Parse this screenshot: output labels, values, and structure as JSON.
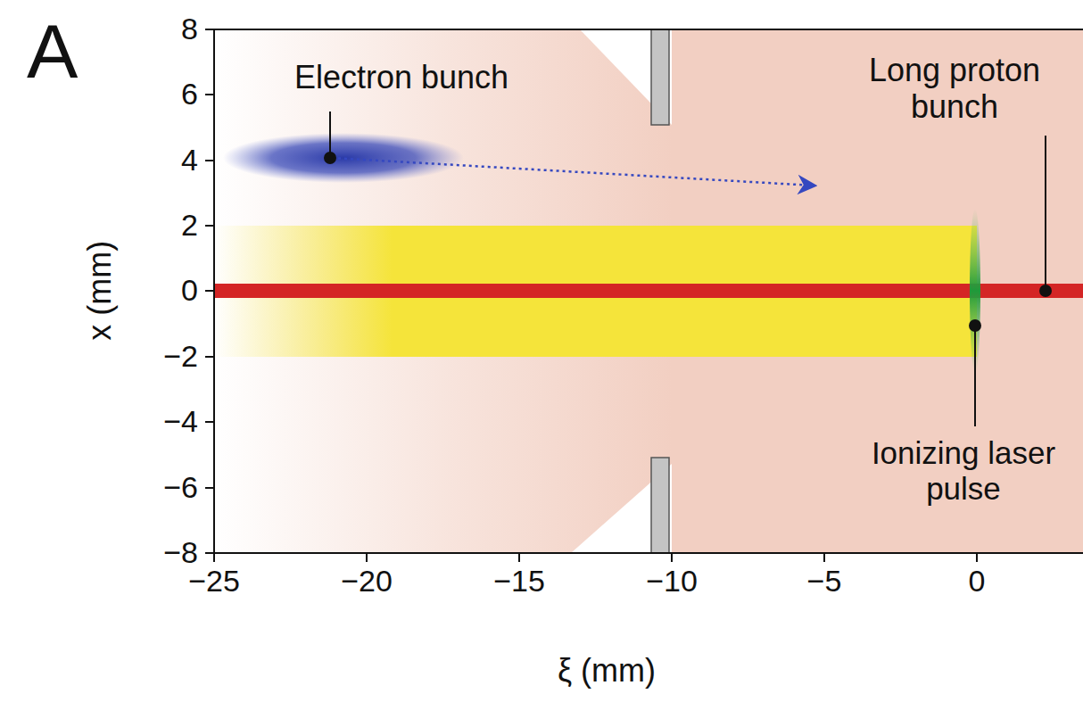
{
  "diagram": {
    "labels": [
      "A",
      "Electron bunch",
      "Long proton bunch",
      "Ionizing laser pulse",
      "8",
      "6",
      "4",
      "2",
      "0",
      "−2",
      "−4",
      "−6",
      "−8",
      "−25",
      "−20",
      "−15",
      "−10",
      "−5",
      "0",
      "x (mm)",
      "ξ (mm)"
    ]
  }
}
